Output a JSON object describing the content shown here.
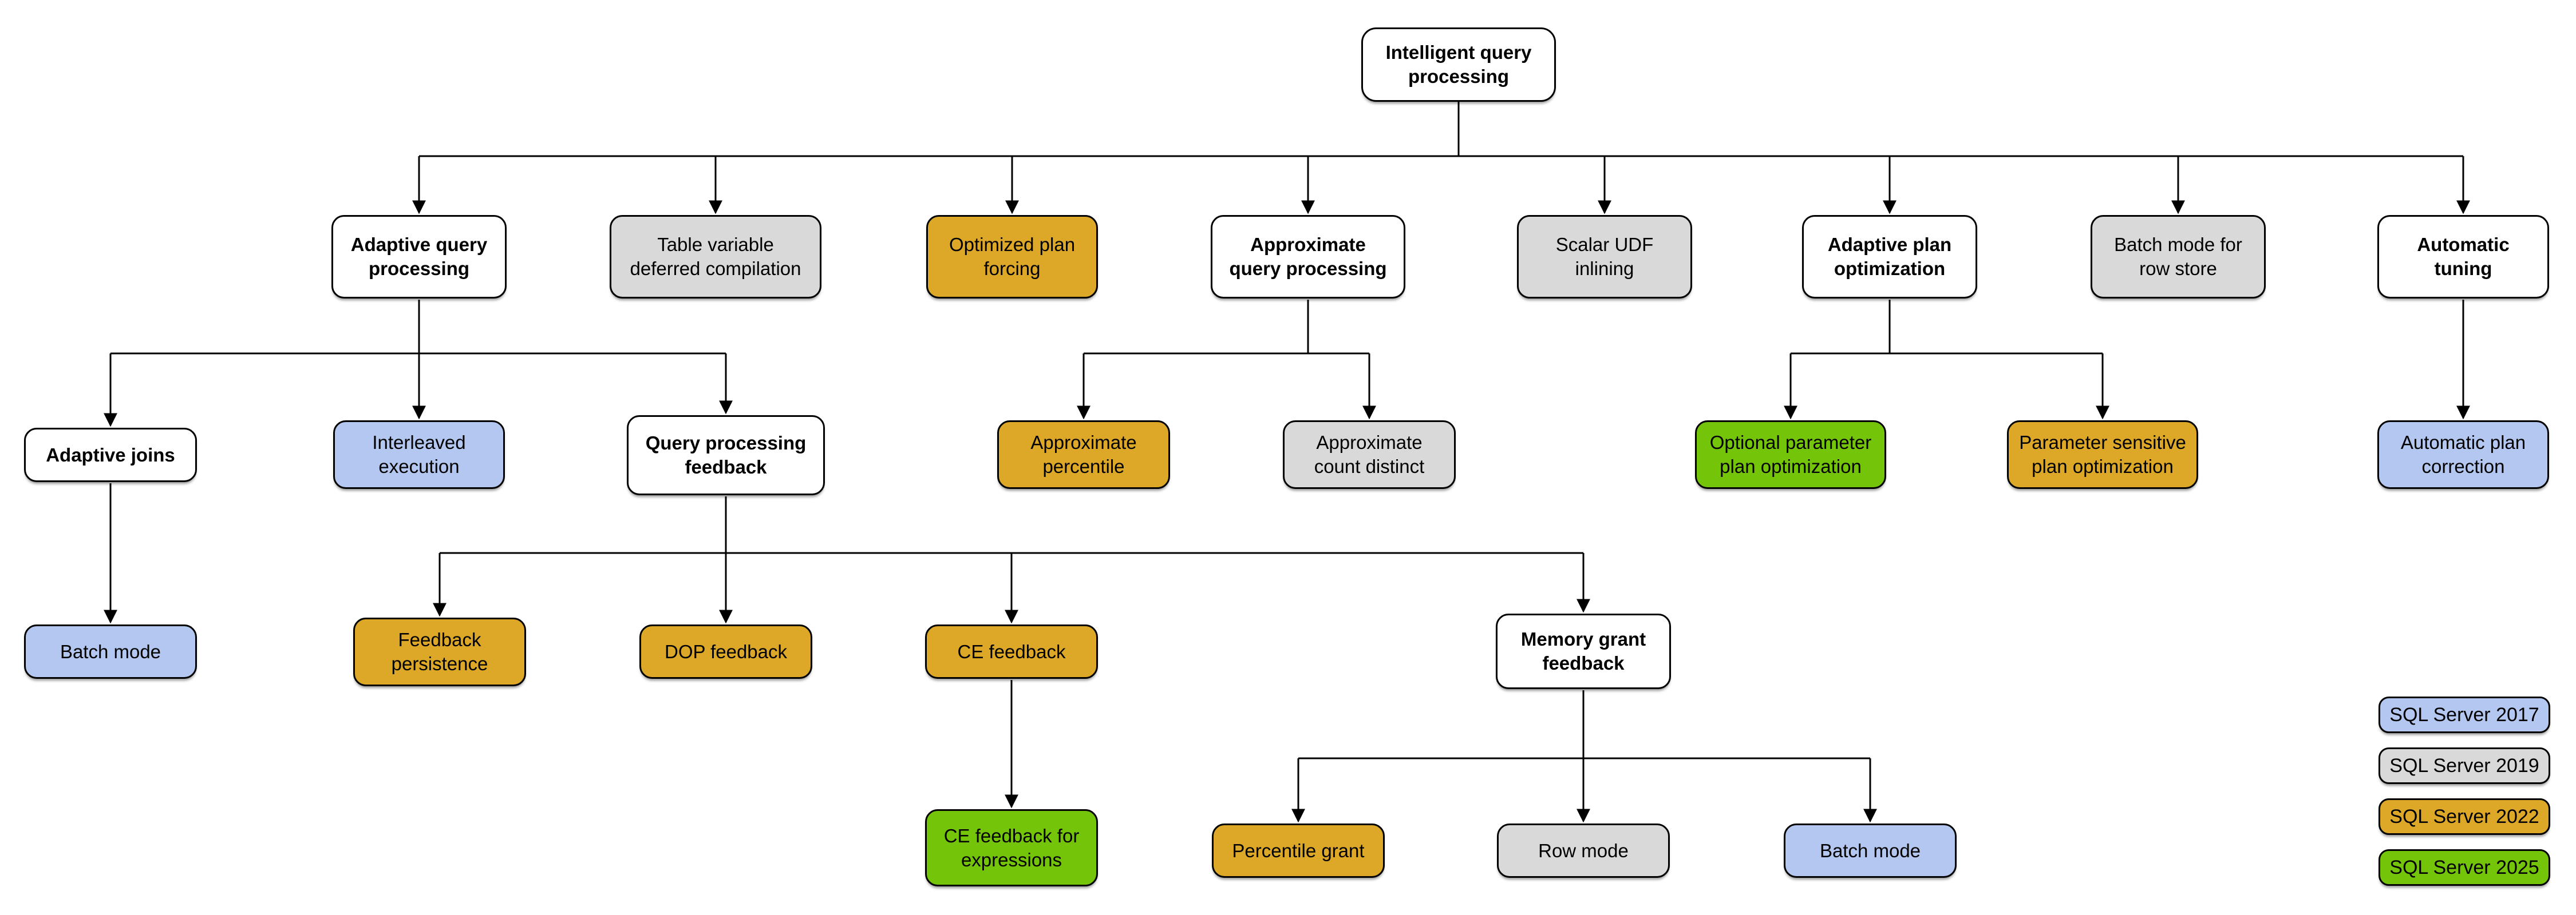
{
  "palette": {
    "white": "#ffffff",
    "blue": "#b4c7f0",
    "gray": "#d9d9d9",
    "gold": "#dda728",
    "green": "#74c50a",
    "border": "#000000",
    "connector": "#000000"
  },
  "nodes": {
    "iqp": {
      "label": "Intelligent query\nprocessing",
      "fill": "white"
    },
    "aqp": {
      "label": "Adaptive query\nprocessing",
      "fill": "white"
    },
    "tvdc": {
      "label": "Table variable\ndeferred compilation",
      "fill": "gray"
    },
    "opf": {
      "label": "Optimized plan\nforcing",
      "fill": "gold"
    },
    "aqpr": {
      "label": "Approximate\nquery processing",
      "fill": "white"
    },
    "sudf": {
      "label": "Scalar UDF\ninlining",
      "fill": "gray"
    },
    "apo": {
      "label": "Adaptive plan\noptimization",
      "fill": "white"
    },
    "bmrs": {
      "label": "Batch mode for\nrow store",
      "fill": "gray"
    },
    "at": {
      "label": "Automatic\ntuning",
      "fill": "white"
    },
    "aj": {
      "label": "Adaptive joins",
      "fill": "white"
    },
    "ie": {
      "label": "Interleaved\nexecution",
      "fill": "blue"
    },
    "qpf": {
      "label": "Query processing\nfeedback",
      "fill": "white"
    },
    "ap": {
      "label": "Approximate\npercentile",
      "fill": "gold"
    },
    "acd": {
      "label": "Approximate\ncount distinct",
      "fill": "gray"
    },
    "oppo": {
      "label": "Optional parameter\nplan optimization",
      "fill": "green"
    },
    "pspo": {
      "label": "Parameter sensitive\nplan optimization",
      "fill": "gold"
    },
    "apc": {
      "label": "Automatic plan\ncorrection",
      "fill": "blue"
    },
    "bm1": {
      "label": "Batch mode",
      "fill": "blue"
    },
    "fp": {
      "label": "Feedback\npersistence",
      "fill": "gold"
    },
    "dop": {
      "label": "DOP feedback",
      "fill": "gold"
    },
    "cef": {
      "label": "CE feedback",
      "fill": "gold"
    },
    "mgf": {
      "label": "Memory grant\nfeedback",
      "fill": "white"
    },
    "cefe": {
      "label": "CE feedback for\nexpressions",
      "fill": "green"
    },
    "pg": {
      "label": "Percentile grant",
      "fill": "gold"
    },
    "rm": {
      "label": "Row mode",
      "fill": "gray"
    },
    "bm2": {
      "label": "Batch mode",
      "fill": "blue"
    }
  },
  "legend": [
    {
      "label": "SQL Server 2017",
      "fill": "blue",
      "color": "#b4c7f0"
    },
    {
      "label": "SQL Server 2019",
      "fill": "gray",
      "color": "#d9d9d9"
    },
    {
      "label": "SQL Server 2022",
      "fill": "gold",
      "color": "#dda728"
    },
    {
      "label": "SQL Server 2025",
      "fill": "green",
      "color": "#74c50a"
    }
  ]
}
